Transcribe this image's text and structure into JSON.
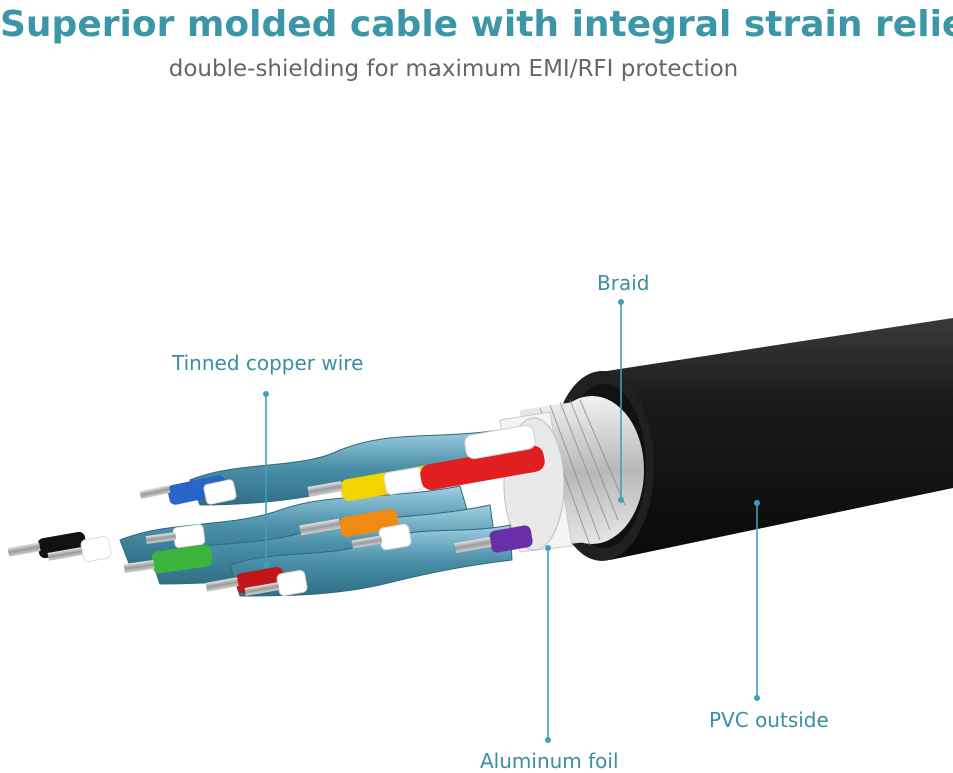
{
  "title": "Superior molded cable with integral strain relief",
  "subtitle": "double-shielding for maximum EMI/RFI protection",
  "labels": {
    "tinned_copper_wire": "Tinned copper wire",
    "braid": "Braid",
    "pvc_outside": "PVC outside",
    "aluminum_foil": "Aluminum foil"
  },
  "colors": {
    "accent": "#3b97a8",
    "leader_line": "#3f9fc0",
    "jacket": "#1c1c1c",
    "strand": "#5aa0b8",
    "wire_colors": [
      "#2a64c8",
      "#f2d400",
      "#e02020",
      "#f08a10",
      "#3cb43c",
      "#111111",
      "#c01818",
      "#6a2fa8"
    ]
  }
}
